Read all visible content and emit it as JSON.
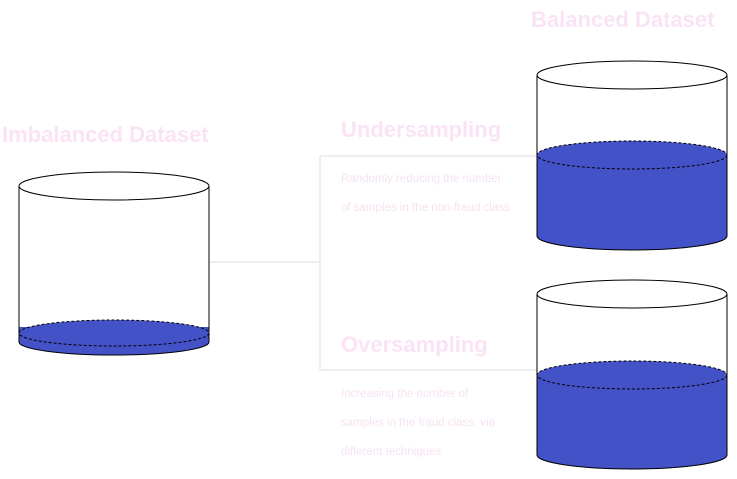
{
  "titles": {
    "imbalanced": "Imbalanced Dataset",
    "balanced": "Balanced Dataset",
    "undersampling": "Undersampling",
    "oversampling": "Oversampling"
  },
  "descriptions": {
    "undersampling": [
      "Randomly reducing the number",
      "of samples in the non-fraud class"
    ],
    "oversampling": [
      "Increasing the number of",
      "samples in the fraud class, via",
      "different techniques"
    ]
  },
  "colors": {
    "title_text": "#fbe3f6",
    "desc_text": "#f6e2f2",
    "connector": "#eeeeee",
    "fill": "#4452c8",
    "outline": "#000000"
  },
  "cylinders": {
    "imbalanced": {
      "fill_level": 0.1
    },
    "balanced_under": {
      "fill_level": 0.55
    },
    "balanced_over": {
      "fill_level": 0.55
    }
  }
}
